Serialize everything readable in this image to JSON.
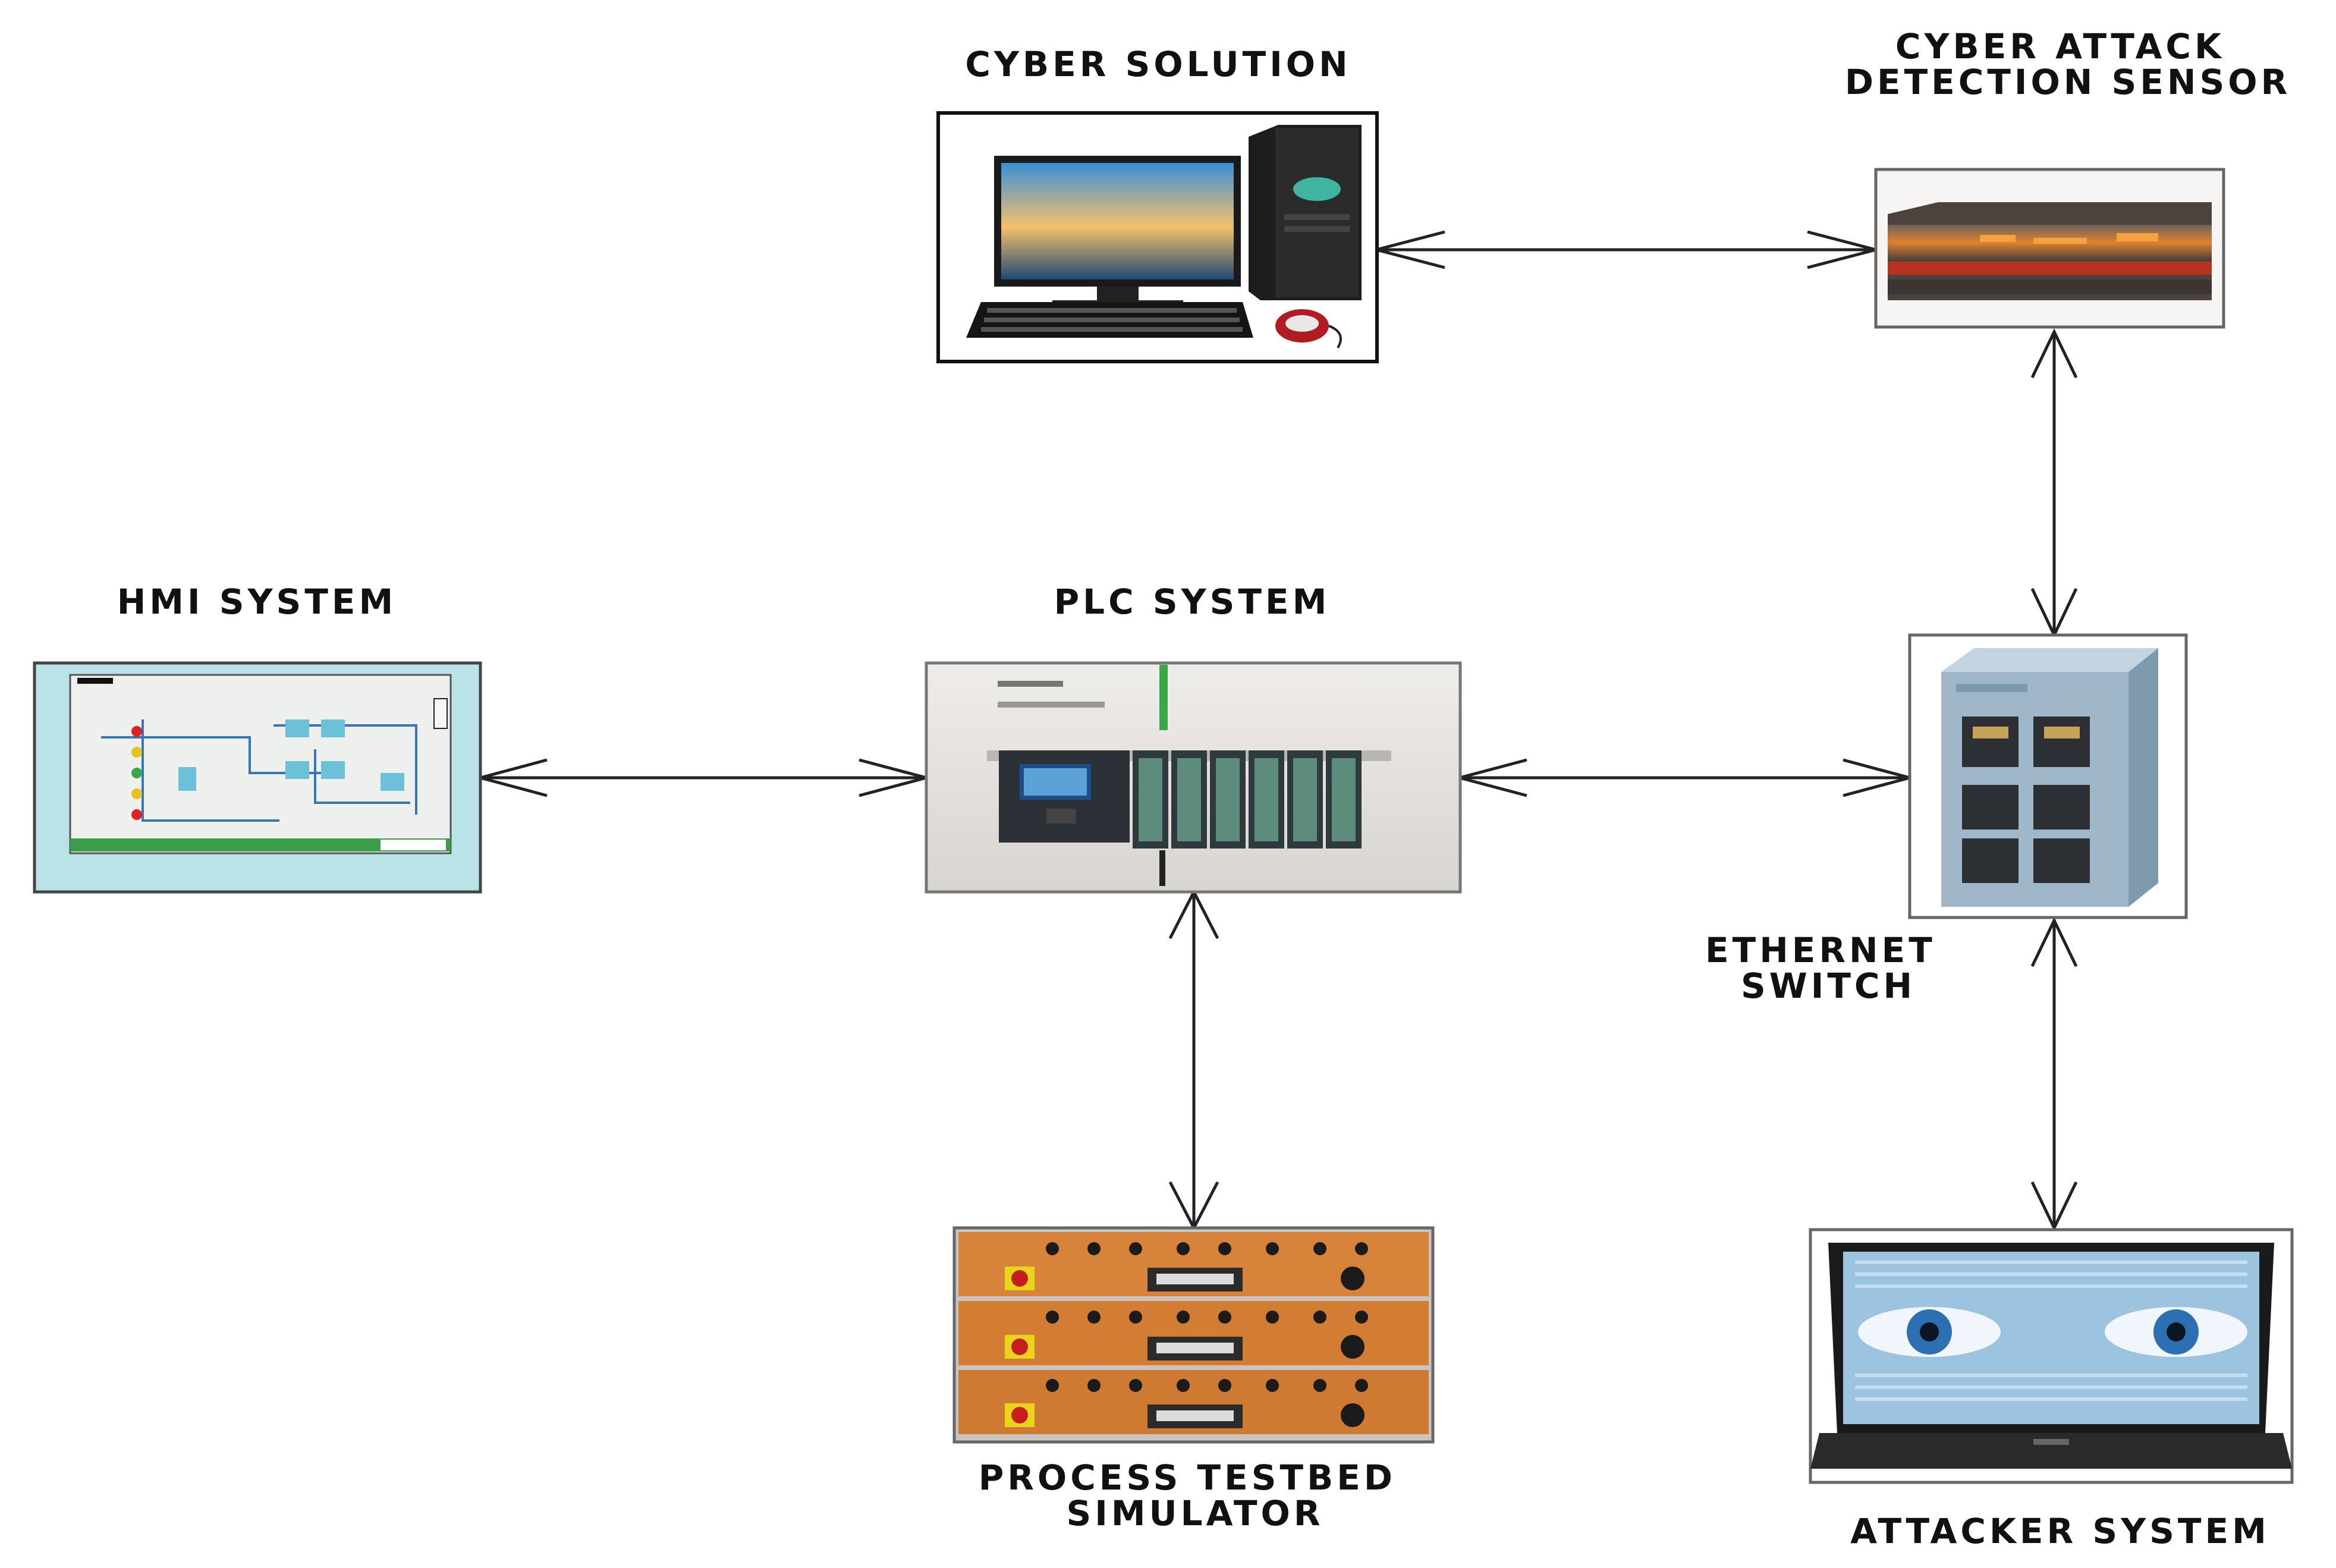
{
  "nodes": {
    "cyber_solution": {
      "label_lines": [
        "CYBER  SOLUTION"
      ],
      "icon": "desktop-computer-icon"
    },
    "detection_sensor": {
      "label_lines": [
        "CYBER  ATTACK",
        "DETECTION  SENSOR"
      ],
      "icon": "network-sensor-icon"
    },
    "hmi_system": {
      "label_lines": [
        "HMI  SYSTEM"
      ],
      "icon": "hmi-screen-icon"
    },
    "plc_system": {
      "label_lines": [
        "PLC  SYSTEM"
      ],
      "icon": "plc-rack-icon"
    },
    "ethernet_switch": {
      "label_lines": [
        "ETHERNET",
        "SWITCH"
      ],
      "icon": "ethernet-switch-icon"
    },
    "process_testbed": {
      "label_lines": [
        "PROCESS  TESTBED",
        "SIMULATOR"
      ],
      "icon": "control-panel-icon"
    },
    "attacker_system": {
      "label_lines": [
        "ATTACKER  SYSTEM"
      ],
      "icon": "laptop-eyes-icon"
    }
  },
  "edges": [
    {
      "from": "cyber_solution",
      "to": "detection_sensor",
      "direction": "both"
    },
    {
      "from": "detection_sensor",
      "to": "ethernet_switch",
      "direction": "both"
    },
    {
      "from": "hmi_system",
      "to": "plc_system",
      "direction": "both"
    },
    {
      "from": "plc_system",
      "to": "ethernet_switch",
      "direction": "both"
    },
    {
      "from": "plc_system",
      "to": "process_testbed",
      "direction": "both"
    },
    {
      "from": "ethernet_switch",
      "to": "attacker_system",
      "direction": "both"
    }
  ],
  "colors": {
    "hmi_background": "#b9e3e6",
    "testbed_orange": "#d8833a",
    "switch_body": "#9fb7c9",
    "screen_blue": "#5aa2d8",
    "attacker_screen": "#9cc3e0"
  }
}
